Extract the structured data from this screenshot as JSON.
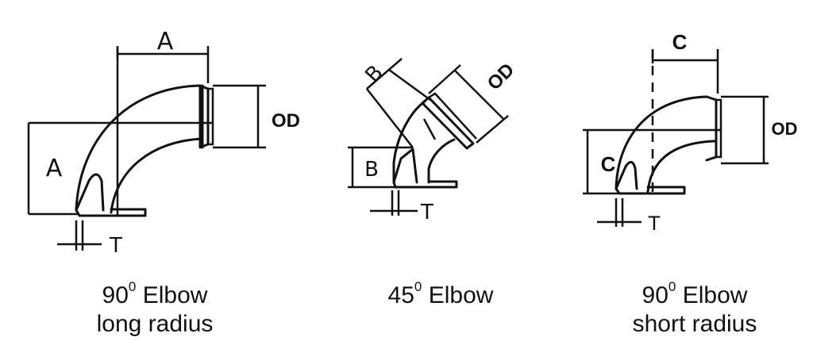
{
  "elbow_long": {
    "dim_a_top": "A",
    "dim_a_side": "A",
    "dim_od": "OD",
    "dim_t": "T",
    "caption_angle": "90",
    "caption_degree": "0",
    "caption_word": "Elbow",
    "caption_line2": "long radius"
  },
  "elbow_45": {
    "dim_b_top": "B",
    "dim_b_side": "B",
    "dim_od": "OD",
    "dim_t": "T",
    "caption_angle": "45",
    "caption_degree": "0",
    "caption_word": "Elbow"
  },
  "elbow_short": {
    "dim_c_top": "C",
    "dim_c_side": "C",
    "dim_od": "OD",
    "dim_t": "T",
    "caption_angle": "90",
    "caption_degree": "0",
    "caption_word": "Elbow",
    "caption_line2": "short radius"
  }
}
